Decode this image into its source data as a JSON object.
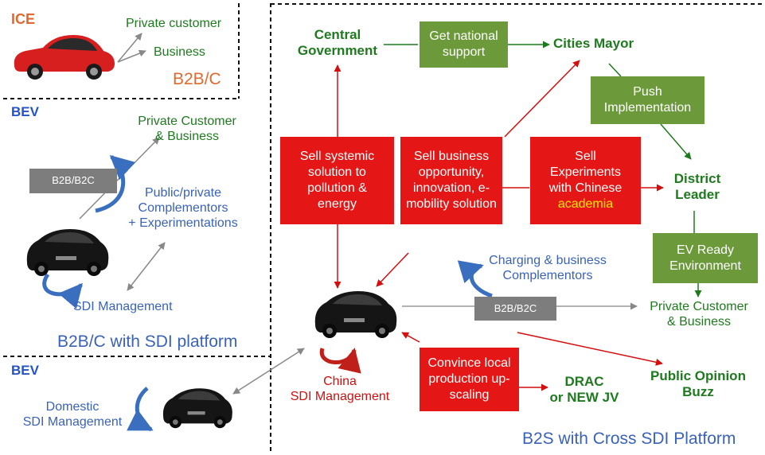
{
  "left": {
    "ice": {
      "label": "ICE",
      "private_customer": "Private customer",
      "business": "Business",
      "model": "B2B/C"
    },
    "bev1": {
      "label": "BEV",
      "customer": "Private Customer\n& Business",
      "b2b": "B2B/B2C",
      "complementors": "Public/private\nComplementors\n+ Experimentations",
      "sdi": "SDI Management",
      "model": "B2B/C with SDI platform"
    },
    "bev2": {
      "label": "BEV",
      "sdi": "Domestic\nSDI Management"
    }
  },
  "right": {
    "central_government": "Central\nGovernment",
    "get_support": "Get national\nsupport",
    "cities_mayor": "Cities Mayor",
    "push_implementation": "Push\nImplementation",
    "sell_systemic": "Sell systemic\nsolution to\npollution &\nenergy",
    "sell_business": "Sell business\nopportunity,\ninnovation, e-\nmobility solution",
    "sell_experiments": "Sell\nExperiments\nwith Chinese",
    "academia": "academia",
    "district_leader": "District\nLeader",
    "ev_ready": "EV Ready\nEnvironment",
    "charging": "Charging & business\nComplementors",
    "b2b": "B2B/B2C",
    "private_customer": "Private Customer\n& Business",
    "china_sdi": "China\nSDI Management",
    "convince": "Convince local\nproduction up-\nscaling",
    "drac": "DRAC\nor NEW JV",
    "public_opinion": "Public Opinion\nBuzz",
    "model": "B2S with Cross SDI Platform"
  },
  "colors": {
    "red": "#e51616",
    "green_box": "#6c9a3b",
    "grey_box": "#7d7d7d",
    "green_text": "#1f7a1f",
    "blue_text": "#3a62b8",
    "orange": "#e0692e",
    "academia_yellow": "#ffe600"
  }
}
